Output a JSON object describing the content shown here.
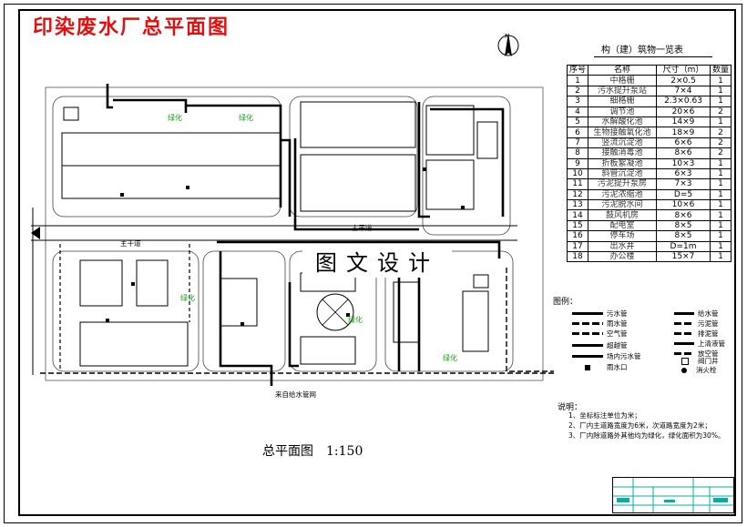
{
  "drawing": {
    "title": "印染废水厂总平面图",
    "caption": "总平面图",
    "scale": "1:150",
    "watermark": "图文设计"
  },
  "schedule": {
    "title": "构（建）筑物一览表",
    "headers": [
      "序号",
      "名称",
      "尺寸（m）",
      "数量"
    ],
    "rows": [
      [
        "1",
        "中格栅",
        "2×0.5",
        "1"
      ],
      [
        "2",
        "污水提升泵站",
        "7×4",
        "1"
      ],
      [
        "3",
        "细格栅",
        "2.3×0.63",
        "1"
      ],
      [
        "4",
        "调节池",
        "20×6",
        "2"
      ],
      [
        "5",
        "水解酸化池",
        "14×9",
        "1"
      ],
      [
        "6",
        "生物接触氧化池",
        "18×9",
        "2"
      ],
      [
        "7",
        "竖流沉淀池",
        "6×6",
        "2"
      ],
      [
        "8",
        "接触消毒池",
        "8×6",
        "2"
      ],
      [
        "9",
        "折板絮凝池",
        "10×3",
        "1"
      ],
      [
        "10",
        "斜管沉淀池",
        "6×3",
        "1"
      ],
      [
        "11",
        "污泥提升泵房",
        "7×3",
        "1"
      ],
      [
        "12",
        "污泥浓缩池",
        "D=5",
        "1"
      ],
      [
        "13",
        "污泥脱水间",
        "10×6",
        "1"
      ],
      [
        "14",
        "鼓风机房",
        "8×6",
        "1"
      ],
      [
        "15",
        "配电室",
        "8×5",
        "1"
      ],
      [
        "16",
        "停车场",
        "8×5",
        "1"
      ],
      [
        "17",
        "出水井",
        "D=1m",
        "1"
      ],
      [
        "18",
        "办公楼",
        "15×7",
        "1"
      ]
    ]
  },
  "legend": {
    "title": "图例：",
    "left_items": [
      "污水管",
      "雨水管",
      "空气管",
      "超越管",
      "场内污水管",
      "雨水口"
    ],
    "right_items": [
      "给水管",
      "污泥管",
      "排泥管",
      "上清液管",
      "放空管",
      "阀门井",
      "消火栓"
    ]
  },
  "notes": {
    "title": "说明：",
    "items": [
      "1、坐标标注单位为米；",
      "2、厂内主道路宽度为6米，次道路宽度为2米；",
      "3、厂内除道路外其他均为绿化，绿化面积为30%。"
    ]
  },
  "plan": {
    "green_label": "绿化",
    "road_label": "主干道",
    "pipe_label": "来自给水管网",
    "north_label": "N"
  },
  "colors": {
    "title": "#e01010",
    "green": "#19a019",
    "line": "#000000",
    "titleblock": "#00b0a0"
  }
}
